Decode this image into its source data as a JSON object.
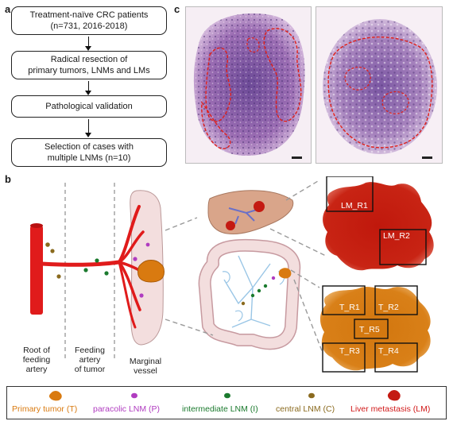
{
  "panels": {
    "a": "a",
    "b": "b",
    "c": "c"
  },
  "flowchart": {
    "steps": [
      {
        "line1": "Treatment-naïve CRC patients",
        "line2": "(n=731, 2016-2018)"
      },
      {
        "line1": "Radical resection of",
        "line2": "primary tumors, LNMs and LMs"
      },
      {
        "line1": "Pathological validation",
        "line2": ""
      },
      {
        "line1": "Selection of cases with",
        "line2": "multiple LNMs (n=10)"
      }
    ]
  },
  "vessel_labels": {
    "root": {
      "line1": "Root of",
      "line2": "feeding",
      "line3": "artery"
    },
    "feeding": {
      "line1": "Feeding",
      "line2": "artery",
      "line3": "of tumor"
    },
    "marginal": {
      "line1": "Marginal",
      "line2": "vessel"
    }
  },
  "region_labels": {
    "lm": [
      "LM_R1",
      "LM_R2"
    ],
    "tumor": [
      "T_R1",
      "T_R2",
      "T_R5",
      "T_R3",
      "T_R4"
    ]
  },
  "legend": [
    {
      "label": "Primary tumor (T)",
      "color": "#d97a10"
    },
    {
      "label": "paracolic LNM (P)",
      "color": "#b03cc0"
    },
    {
      "label": "intermediate LNM (I)",
      "color": "#1b7a2e"
    },
    {
      "label": "central LNM (C)",
      "color": "#8a6a1e"
    },
    {
      "label": "Liver metastasis (LM)",
      "color": "#d11a1a"
    }
  ],
  "colors": {
    "artery": "#e01b1b",
    "tumor": "#d97a10",
    "liver_met": "#cc1f10",
    "colon": "#f3dede",
    "vessels": "#9ac6e6",
    "histology": "#b37cc0"
  },
  "icons": [
    "down-arrow-icon",
    "scale-bar-icon"
  ]
}
